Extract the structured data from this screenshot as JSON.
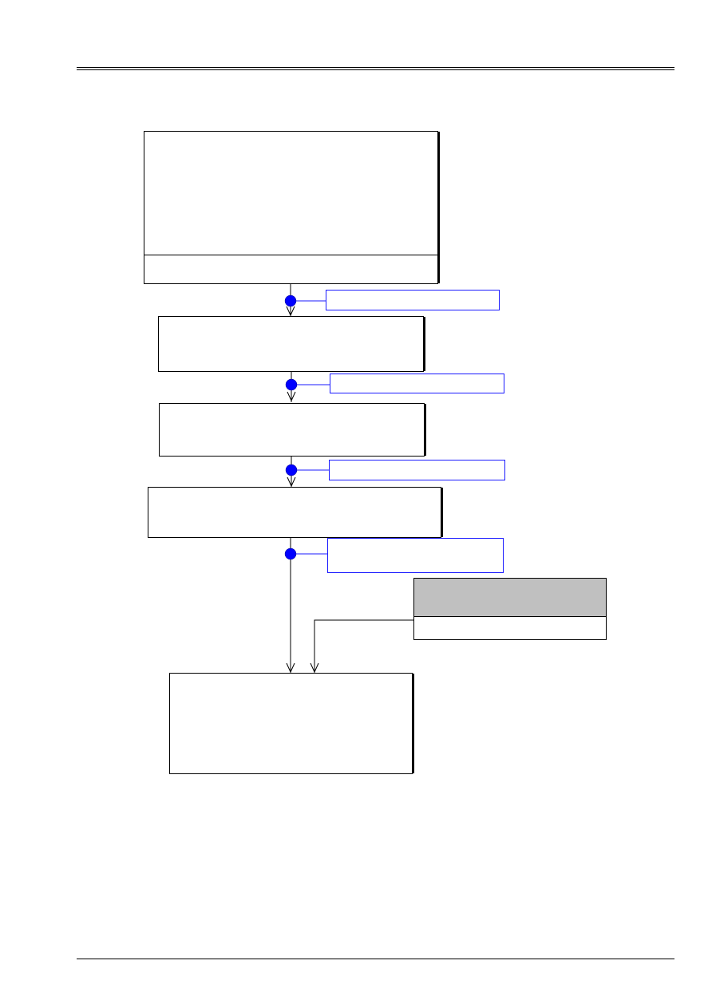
{
  "page": {
    "header_text": "",
    "footer_text": ""
  },
  "flow": {
    "boxes": [
      {
        "id": "box-1",
        "text": "",
        "footer_text": ""
      },
      {
        "id": "box-2",
        "text": ""
      },
      {
        "id": "box-3",
        "text": ""
      },
      {
        "id": "box-4",
        "text": ""
      },
      {
        "id": "box-5",
        "text": ""
      }
    ],
    "notes": [
      {
        "id": "note-1",
        "text": ""
      },
      {
        "id": "note-2",
        "text": ""
      },
      {
        "id": "note-3",
        "text": ""
      },
      {
        "id": "note-4",
        "text": ""
      }
    ],
    "side_input": {
      "title": "",
      "text": ""
    },
    "colors": {
      "connector_dot": "#0000ff",
      "note_border": "#1a1aff",
      "side_input_fill": "#c0c0c0"
    }
  }
}
